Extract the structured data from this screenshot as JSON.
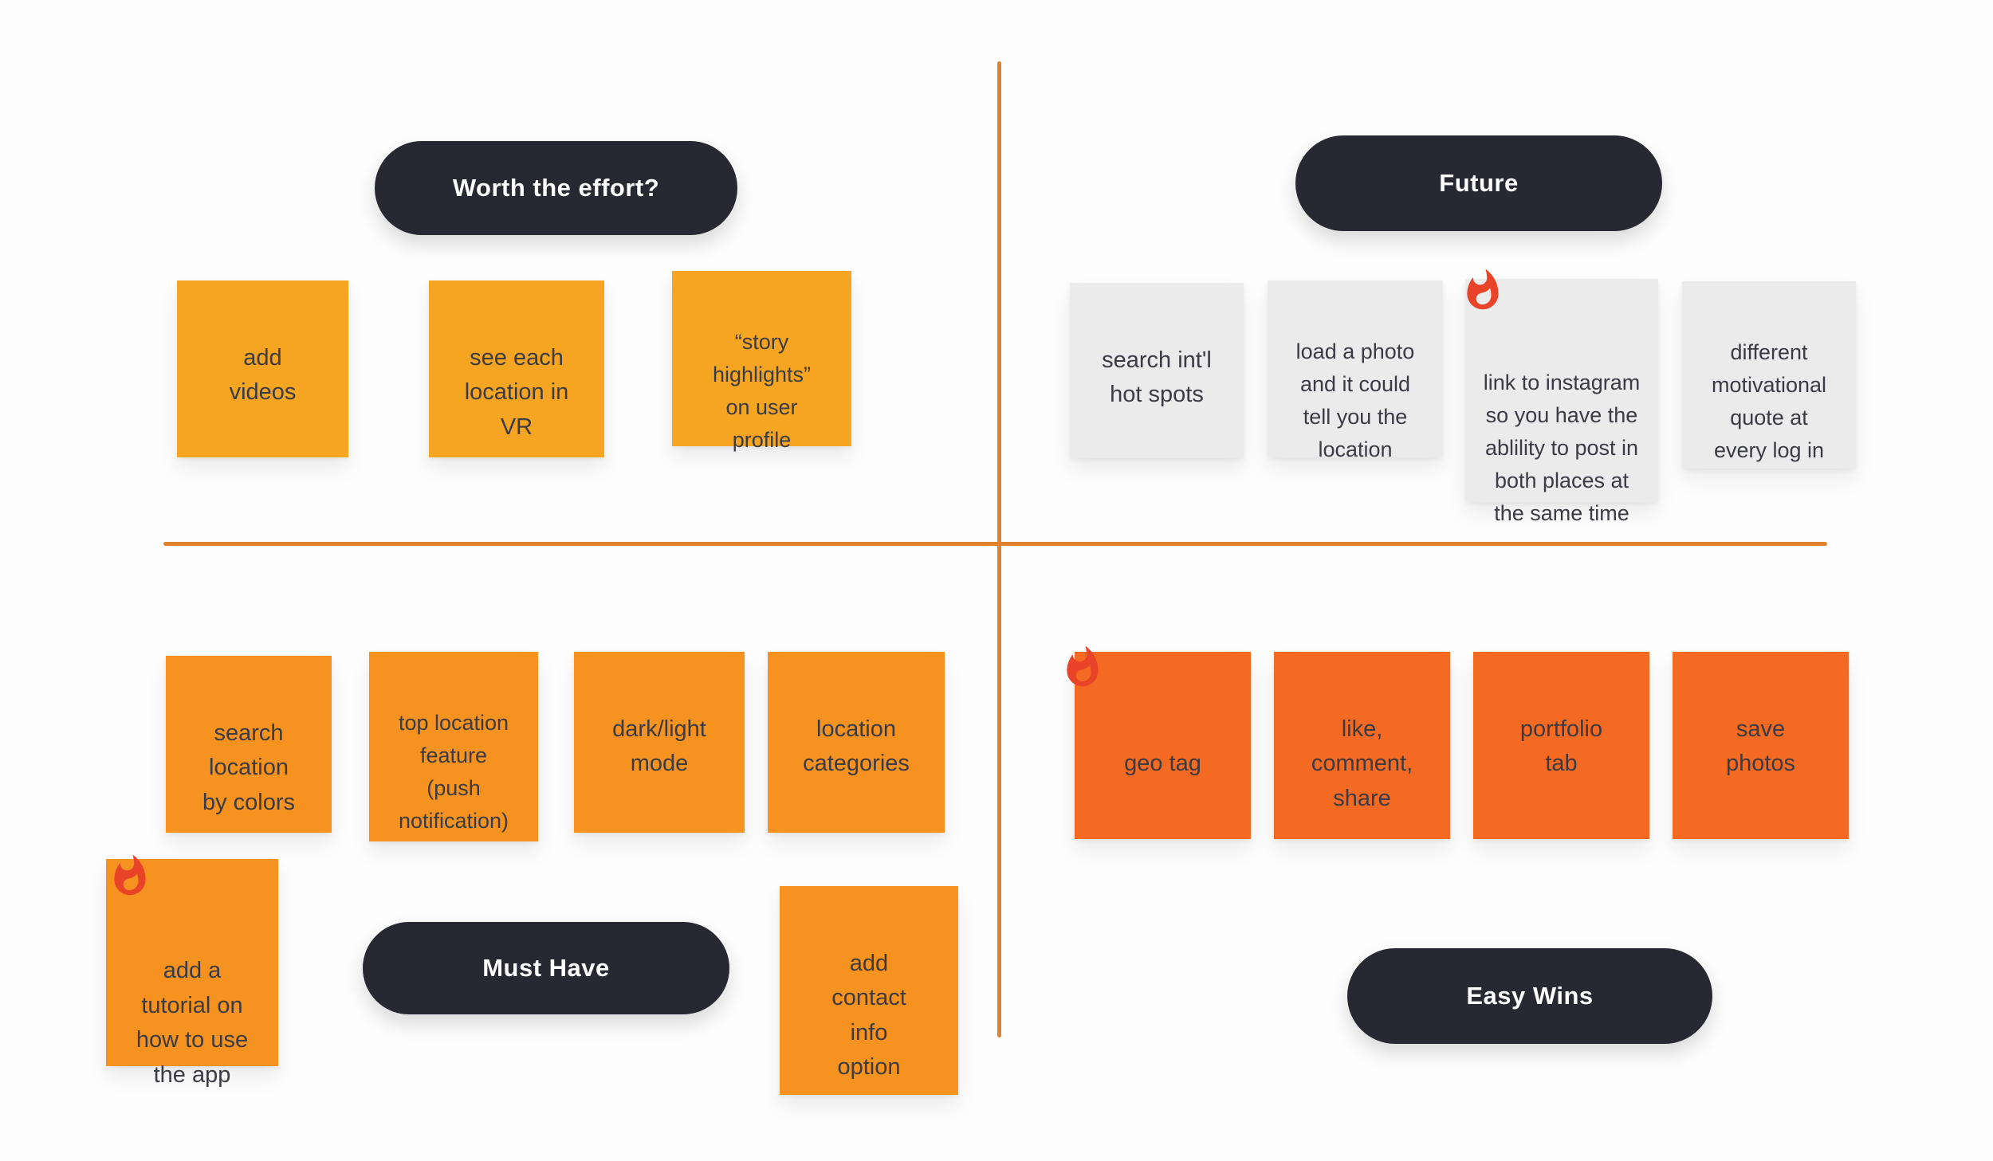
{
  "board": {
    "background": "#FDFDFD",
    "axis_color": "#E0812C",
    "note_text_color": "#3A3B44",
    "label_bg": "#272831",
    "label_text_color": "#FFFFFF",
    "fire_icon_color": "#E9432A",
    "quadrants": [
      {
        "name": "worth-the-effort",
        "label": "Worth the effort?",
        "note_color": "#F5A522",
        "notes": [
          {
            "text": "add\nvideos"
          },
          {
            "text": "see each\nlocation in\nVR"
          },
          {
            "text": "“story\nhighlights”\non user\nprofile"
          }
        ]
      },
      {
        "name": "future",
        "label": "Future",
        "note_color": "#EBEBEB",
        "notes": [
          {
            "text": "search int'l\nhot spots"
          },
          {
            "text": "load a photo\nand it could\ntell you the\nlocation"
          },
          {
            "text": "link to instagram\nso you have the\nablility to post in\nboth places at\nthe same time",
            "fire": true
          },
          {
            "text": "different\nmotivational\nquote at\nevery log in"
          }
        ]
      },
      {
        "name": "must-have",
        "label": "Must Have",
        "note_color": "#F6921F",
        "notes": [
          {
            "text": "search\nlocation\nby colors"
          },
          {
            "text": "top location\nfeature\n(push\nnotification)"
          },
          {
            "text": "dark/light\nmode"
          },
          {
            "text": "location\ncategories"
          },
          {
            "text": "add a\ntutorial on\nhow to use\nthe app",
            "fire": true
          },
          {
            "text": "add\ncontact\ninfo\noption"
          }
        ]
      },
      {
        "name": "easy-wins",
        "label": "Easy Wins",
        "note_color": "#F56A22",
        "notes": [
          {
            "text": "geo tag",
            "fire": true
          },
          {
            "text": "like,\ncomment,\nshare"
          },
          {
            "text": "portfolio\ntab"
          },
          {
            "text": "save\nphotos"
          }
        ]
      }
    ]
  }
}
